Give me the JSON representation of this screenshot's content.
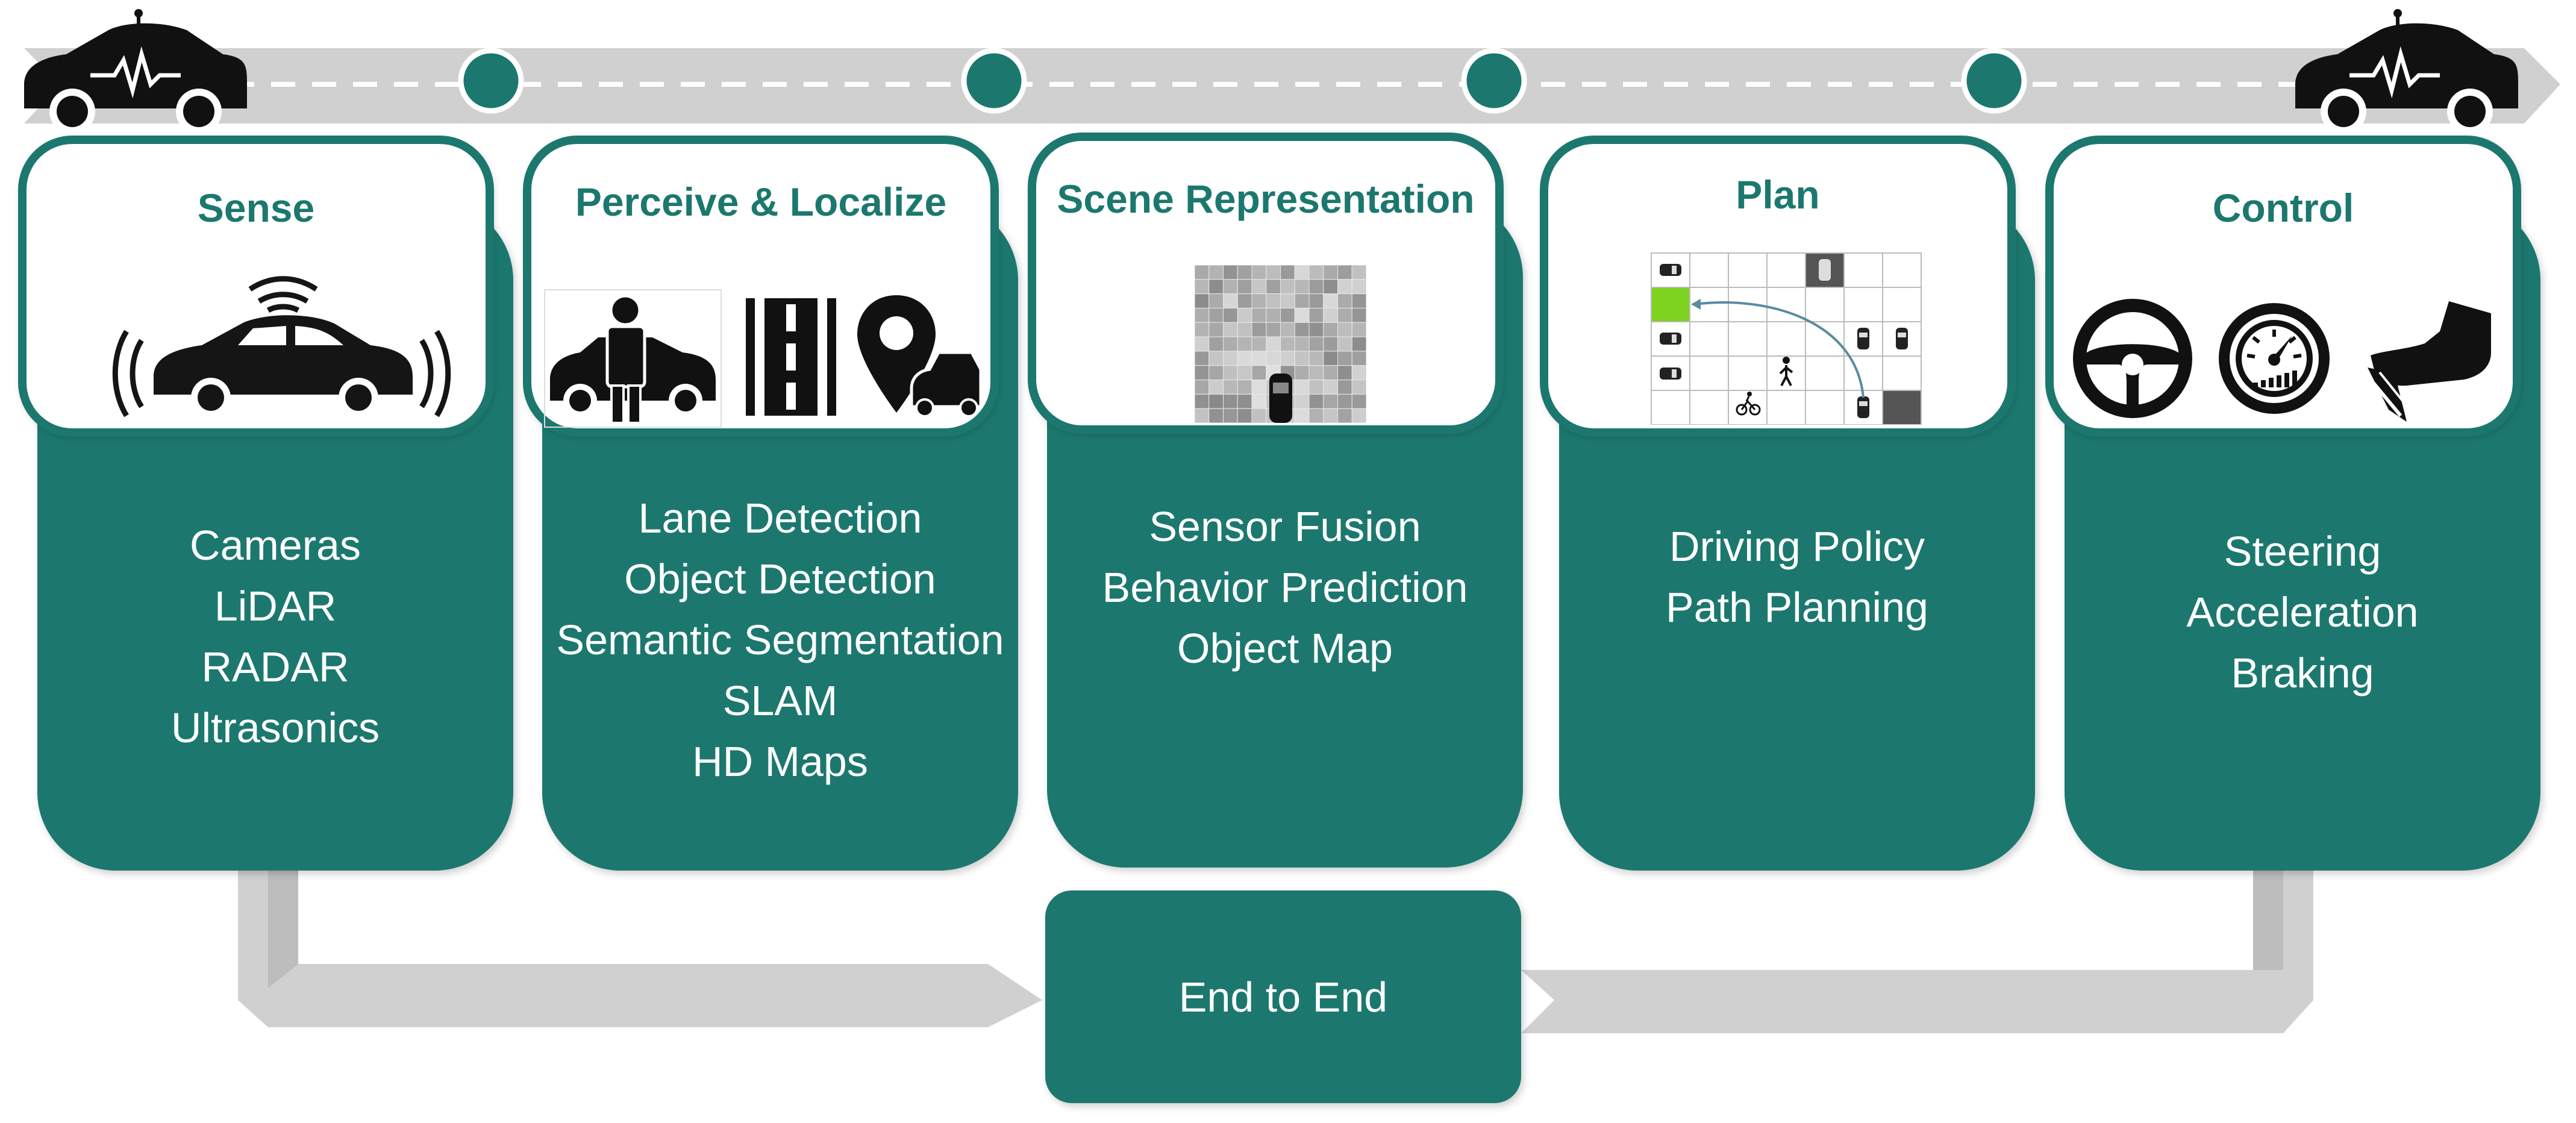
{
  "stages": [
    {
      "title": "Sense",
      "items": [
        "Cameras",
        "LiDAR",
        "RADAR",
        "Ultrasonics"
      ]
    },
    {
      "title": "Perceive & Localize",
      "items": [
        "Lane Detection",
        "Object Detection",
        "Semantic Segmentation",
        "SLAM",
        "HD Maps"
      ]
    },
    {
      "title": "Scene Representation",
      "items": [
        "Sensor Fusion",
        "Behavior Prediction",
        "Object Map"
      ]
    },
    {
      "title": "Plan",
      "items": [
        "Driving Policy",
        "Path Planning"
      ]
    },
    {
      "title": "Control",
      "items": [
        "Steering",
        "Acceleration",
        "Braking"
      ]
    }
  ],
  "end_to_end": "End to End",
  "colors": {
    "teal": "#1c786e",
    "arrow_gray": "#cfcfcf",
    "dark": "#1a1a1a",
    "lime": "#7ed321"
  },
  "icons": [
    "car-icon",
    "sensor-car-icon",
    "pedestrian-icon",
    "lane-icon",
    "map-pin-icon",
    "occupancy-grid-icon",
    "plan-grid-icon",
    "steering-wheel-icon",
    "speedometer-icon",
    "pedal-foot-icon"
  ]
}
